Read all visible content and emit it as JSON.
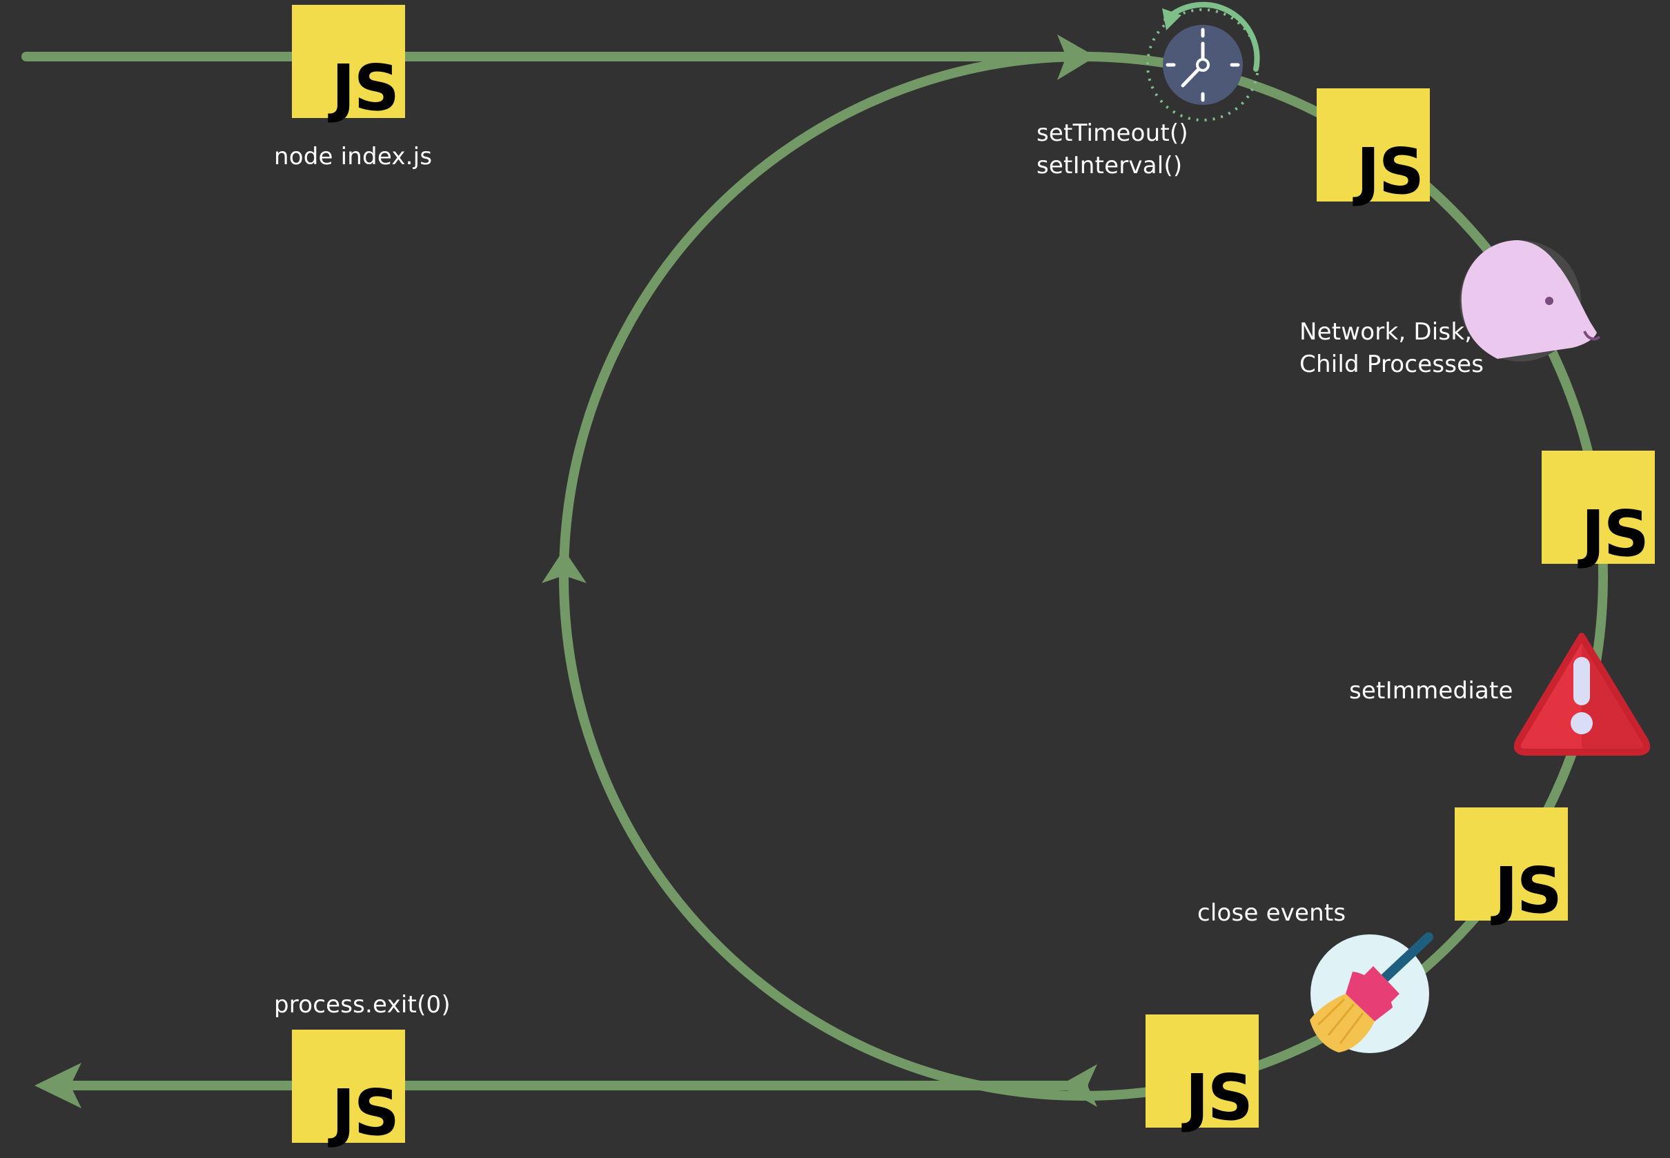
{
  "diagram": {
    "badge_text": "JS",
    "colors": {
      "background": "#323232",
      "loop_line": "#739966",
      "js_badge": "#F3DC4C",
      "clock_face": "#4E5877",
      "pig": "#EBC8EE",
      "warning": "#E33240",
      "broom_handle": "#1E5E7E",
      "broom_head": "#E83E76",
      "bristles": "#F4C24E",
      "text": "#FFFFFF"
    },
    "labels": {
      "start": "node index.js",
      "timers_line1": "setTimeout()",
      "timers_line2": "setInterval()",
      "poll_line1": "Network, Disk,",
      "poll_line2": "Child Processes",
      "check": "setImmediate",
      "close": "close events",
      "exit": "process.exit(0)"
    },
    "icons": {
      "timers": "stopwatch-icon",
      "poll": "pig-icon",
      "check": "warning-icon",
      "close": "broom-icon"
    }
  }
}
